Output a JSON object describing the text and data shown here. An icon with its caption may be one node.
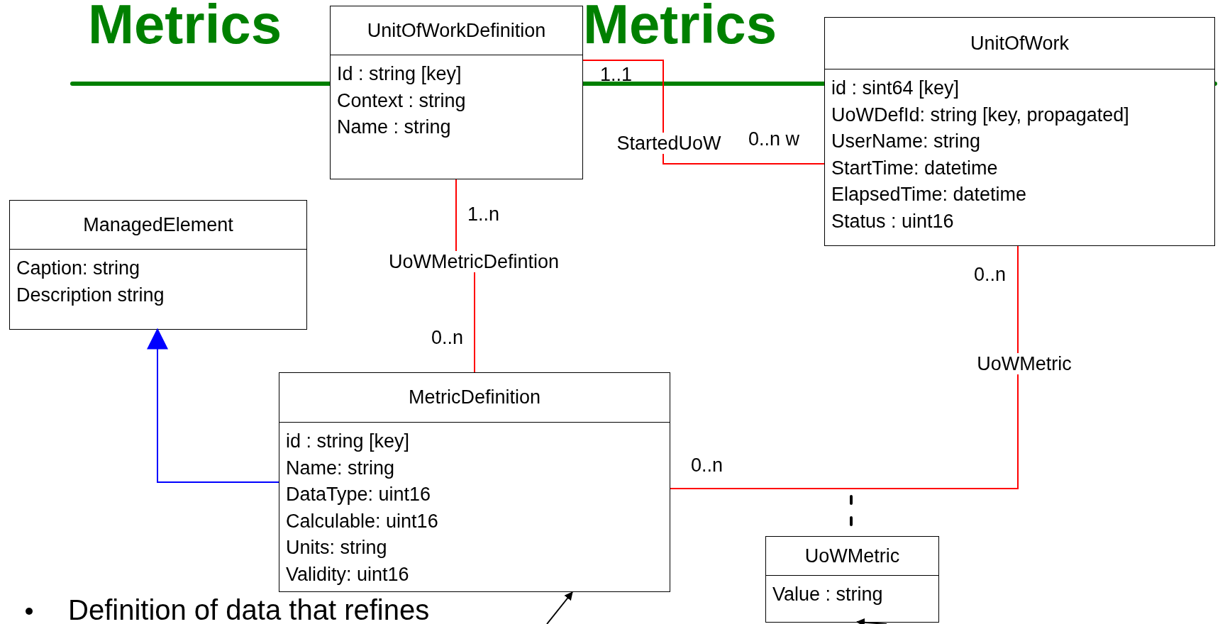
{
  "diagram": {
    "nodes": [
      {
        "text": [
          "UnitOfWorkDefinition",
          "Id : string [key]",
          "Context : string",
          "Name : string"
        ]
      },
      {
        "text": [
          "UnitOfWork",
          "id : sint64 [key]",
          "UoWDefId: string [key, propagated]",
          "UserName: string",
          "StartTime: datetime",
          "ElapsedTime: datetime",
          "Status : uint16"
        ]
      },
      {
        "text": [
          "ManagedElement",
          "Caption: string",
          "Description string"
        ]
      },
      {
        "text": [
          "MetricDefinition",
          "id : string [key]",
          "Name: string",
          "DataType: uint16",
          "Calculable: uint16",
          "Units: string",
          "Validity: uint16"
        ]
      },
      {
        "text": [
          "UoWMetric",
          "Value : string"
        ]
      }
    ],
    "edges": [
      {
        "from": 0,
        "to": 1,
        "arrow": "none",
        "label": "StartedUoW"
      },
      {
        "from": 0,
        "to": 3,
        "arrow": "none",
        "label": "UoWMetricDefintion"
      },
      {
        "from": 1,
        "to": 3,
        "arrow": "none",
        "label": "UoWMetric"
      },
      {
        "from": 3,
        "to": 2,
        "arrow": "to",
        "color": "#0000ff"
      },
      {
        "from": null,
        "to": 4,
        "arrow": "none",
        "style": "dashed",
        "color": "#000000"
      },
      {
        "from": null,
        "to": 3,
        "arrow": "to",
        "color": "#000000"
      },
      {
        "from": null,
        "to": 4,
        "arrow": "to",
        "color": "#000000"
      }
    ],
    "labels": [
      "Metrics",
      "Metrics",
      "1..1",
      "0..n w",
      "1..n",
      "0..n",
      "0..n",
      "0..n",
      "Definition of data that refines"
    ]
  }
}
